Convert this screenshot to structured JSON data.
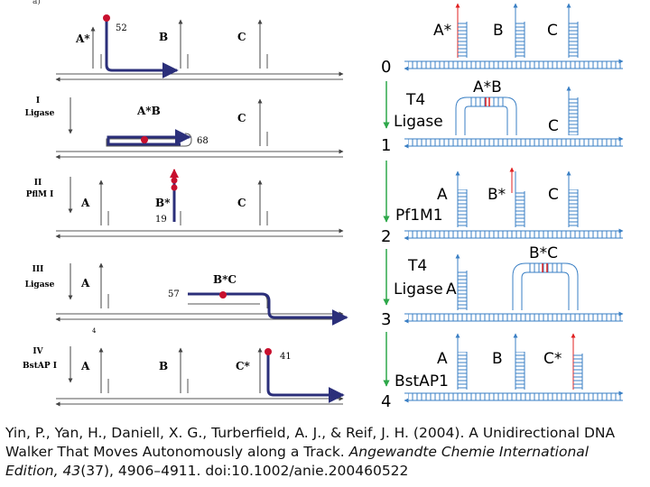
{
  "left": {
    "panel_letter": "a)",
    "rows": [
      {
        "step": "",
        "enzyme": "",
        "labels": {
          "a": "A*",
          "b": "B",
          "c": "C"
        },
        "num": "52"
      },
      {
        "step": "I",
        "enzyme": "Ligase",
        "labels": {
          "ab": "A*B",
          "c": "C"
        },
        "num": "68"
      },
      {
        "step": "II",
        "enzyme": "PflM I",
        "labels": {
          "a": "A",
          "b": "B*",
          "c": "C"
        },
        "num": "19"
      },
      {
        "step": "III",
        "enzyme": "Ligase",
        "labels": {
          "a": "A",
          "bc": "B*C"
        },
        "num": "57",
        "num2": "4"
      },
      {
        "step": "IV",
        "enzyme": "BstAP I",
        "labels": {
          "a": "A",
          "b": "B",
          "c": "C*"
        },
        "num": "41"
      }
    ]
  },
  "right": {
    "states": [
      "0",
      "1",
      "2",
      "3",
      "4"
    ],
    "row0": {
      "a": "A*",
      "b": "B",
      "c": "C"
    },
    "step1": {
      "enzyme1": "T4",
      "enzyme2": "Ligase",
      "label_ab": "A*B",
      "label_c": "C"
    },
    "step2": {
      "enzyme": "Pf1M1",
      "a": "A",
      "b": "B*",
      "c": "C"
    },
    "step3": {
      "enzyme1": "T4",
      "enzyme2": "Ligase",
      "a": "A",
      "label_bc": "B*C"
    },
    "step4": {
      "enzyme": "BstAP1",
      "a": "A",
      "b": "B",
      "c": "C*"
    }
  },
  "caption": {
    "authors": "Yin, P., Yan, H., Daniell, X. G., Turberfield, A. J., & Reif, J. H. (2004). A Unidirectional DNA Walker That Moves Autonomously along a Track. ",
    "journal": "Angewandte Chemie International Edition, 43",
    "issue": "(37), 4906–4911. doi:10.1002/anie.200460522"
  },
  "colors": {
    "strand": "#2b2f7a",
    "dot": "#c8102e",
    "track": "#3a3a8a",
    "rp_strand": "#3a7fc4",
    "rp_red": "#e02020",
    "arrow_green": "#2ea84a"
  }
}
